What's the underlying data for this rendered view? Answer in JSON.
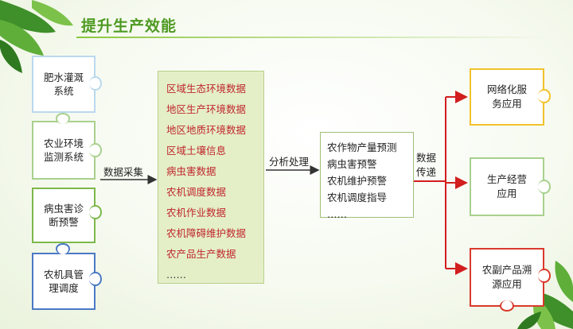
{
  "title": "提升生产效能",
  "sources": [
    {
      "label_line1": "肥水灌溉",
      "label_line2": "系统"
    },
    {
      "label_line1": "农业环境",
      "label_line2": "监测系统"
    },
    {
      "label_line1": "病虫害诊",
      "label_line2": "断预警"
    },
    {
      "label_line1": "农机具管",
      "label_line2": "理调度"
    }
  ],
  "collect_label": "数据采集",
  "data_items": [
    "区域生态环境数据",
    "地区生产环境数据",
    "地区地质环境数据",
    "区域土壤信息",
    "病虫害数据",
    "农机调度数据",
    "农机作业数据",
    "农机障碍维护数据",
    "农产品生产数据",
    "……"
  ],
  "analyze_label": "分析处理",
  "analysis_items": [
    "农作物产量预测",
    "病虫害预警",
    "农机维护预警",
    "农机调度指导",
    "……"
  ],
  "transfer_label_line1": "数据",
  "transfer_label_line2": "传递",
  "outputs": [
    {
      "label_line1": "网络化服",
      "label_line2": "务应用"
    },
    {
      "label_line1": "生产经营",
      "label_line2": "应用"
    },
    {
      "label_line1": "农副产品溯",
      "label_line2": "源应用"
    }
  ],
  "colors": {
    "title": "#4e9a22",
    "data_text": "#c0262b",
    "arrow_red": "#d21e1e",
    "piece_yellow": "#f2c22a",
    "piece_green": "#a8d08d",
    "piece_red": "#d93a2b",
    "piece_blue": "#4a79c4"
  }
}
